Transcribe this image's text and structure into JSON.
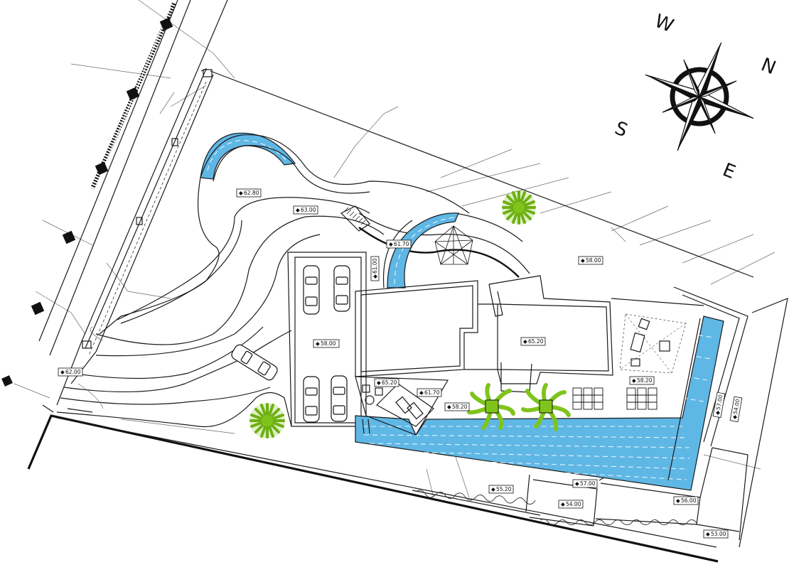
{
  "compass": {
    "labels": {
      "west": "W",
      "north": "N",
      "south": "S",
      "east": "E"
    }
  },
  "levels": {
    "entrance": "62.00",
    "upper_drive": "62.80",
    "drive": "63.00",
    "bridge": "61.70",
    "ramp": "61.00",
    "garage": "58.00",
    "garden_east": "58.00",
    "house_roof": "65.20",
    "terrace_upper": "65.20",
    "terrace_mid": "61.70",
    "pool_deck": "58.20",
    "lounge_deck": "58.20",
    "side_57": "57.00",
    "side_54": "54.00",
    "lower_55": "55.20",
    "lower_57": "57.00",
    "lower_54": "54.00",
    "lower_56": "56.00",
    "lower_53": "53.00"
  },
  "colors": {
    "water": "#5fb7e5",
    "palm": "#7fc41c",
    "line": "#1a1a1a"
  }
}
